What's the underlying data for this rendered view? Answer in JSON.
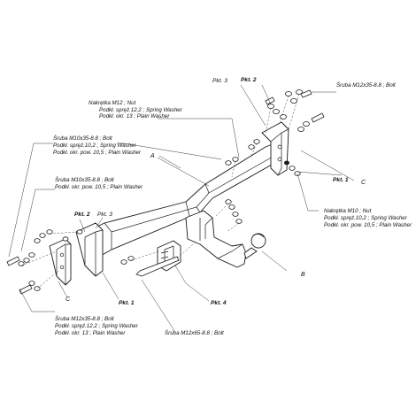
{
  "callouts": {
    "bolt_m12x35_top": "Śruba M12x35-8.8 ; Bolt",
    "nut_m12": "Nakrętka M12 ; Nut",
    "washer_122": "Podkł. spręż.12,2 ; Spring Washer",
    "washer_13": "Podkł. okr. 13 ; Plain Washer",
    "bolt_m10x35_1": "Śruba M10x35-8.8 ; Bolt",
    "washer_102": "Podkł. spręż.10,2 ; Spring Washer",
    "washer_105": "Podkł. okr. pow. 10,5 ; Plain Washer",
    "bolt_m10x35_2": "Śruba M10x35-8.8 ; Bolt",
    "washer_105_b": "Podkł. okr. pow. 10,5 ; Plain Washer",
    "nut_m10": "Nakrętka M10 ; Nut",
    "washer_102_r": "Podkł. spręż.10,2 ; Spring Washer",
    "washer_105_r": "Podkł. okr. pow. 10,5 ; Plain Washer",
    "bolt_m12x35_bottom": "Śruba M12x35-8.8 ; Bolt",
    "washer_122_b": "Podkł. spręż.12,2 ; Spring Washer",
    "washer_13_b": "Podkł. okr. 13 ; Plain Washer",
    "bolt_m12x65": "Śruba M12x65-8.8 ; Bolt"
  },
  "points": {
    "pkt3_top": "Pkt. 3",
    "pkt2_top": "Pkt. 2",
    "pkt1_right": "Pkt. 1",
    "pkt2_left": "Pkt. 2",
    "pkt3_left": "Pkt. 3",
    "pkt1_left": "Pkt. 1",
    "pkt4": "Pkt. 4"
  },
  "letters": {
    "a": "A",
    "b": "B",
    "c_right": "C",
    "c_left": "C"
  }
}
